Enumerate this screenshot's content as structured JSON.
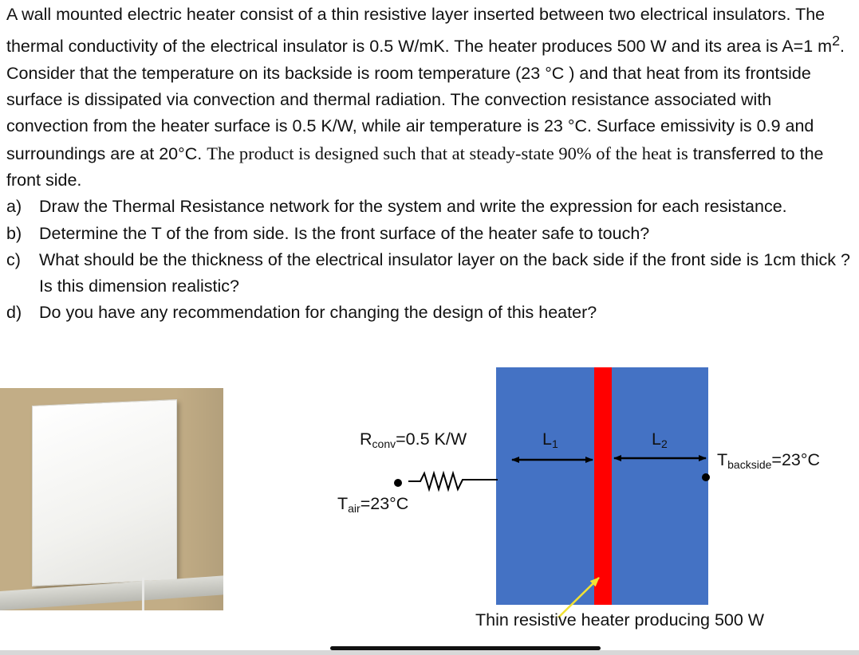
{
  "problem": {
    "intro_part1": "A wall mounted electric heater consist of a thin resistive layer inserted between two electrical insulators. The thermal conductivity of the electrical insulator is 0.5 W/mK. The heater produces 500 W and its area is  A=1 m",
    "area_exponent": "2",
    "intro_part2": ". Consider that the temperature on its backside is room temperature (23 °C ) and that heat from its frontside surface is dissipated via convection and thermal radiation. The convection resistance associated with convection from the heater surface is 0.5 K/W, while air temperature is 23 °C. Surface emissivity is 0.9 and surroundings are at 20°C. ",
    "intro_serif": "The product is designed such that at steady-state 90% of the heat is",
    "intro_part3": " transferred to the front side.",
    "questions": [
      {
        "marker": "a)",
        "text": "Draw the Thermal Resistance network for the system and write the expression for each resistance."
      },
      {
        "marker": "b)",
        "text": "Determine the T of the from side. Is the front surface of the heater safe to touch?"
      },
      {
        "marker": "c)",
        "text": "What should be the thickness of the electrical insulator layer on the back side if the front side is 1cm thick ? Is this dimension realistic?"
      },
      {
        "marker": "d)",
        "text": "Do you have any recommendation for changing the design of this heater?"
      }
    ]
  },
  "diagram": {
    "r_conv": {
      "symbol": "R",
      "sub": "conv",
      "value": "=0.5 K/W"
    },
    "t_air": {
      "symbol": "T",
      "sub": "air",
      "value": "=23°C"
    },
    "l1": {
      "symbol": "L",
      "sub": "1"
    },
    "l2": {
      "symbol": "L",
      "sub": "2"
    },
    "t_backside": {
      "symbol": "T",
      "sub": "backside",
      "value": "=23°C"
    },
    "caption": "Thin resistive heater producing 500 W",
    "colors": {
      "insulator": "#4472c4",
      "heater_layer": "#ff0000",
      "pointer_arrow": "#f2e234",
      "arrows": "#000000"
    }
  },
  "photo": {
    "subject": "wall-mounted-panel-heater-photo",
    "colors": {
      "wall": "#c2ad86",
      "panel": "#f4f4f2"
    }
  }
}
